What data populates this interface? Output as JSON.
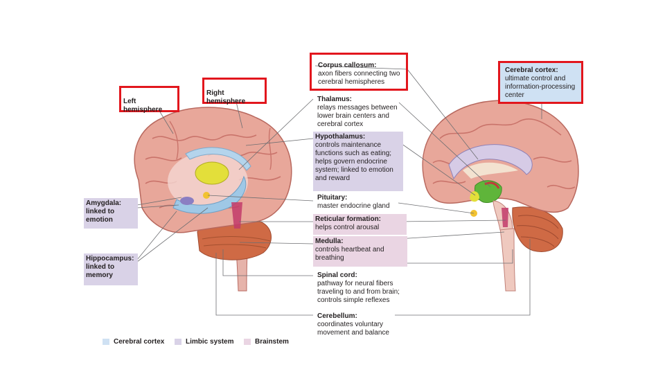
{
  "labels": {
    "left_hemisphere": "Left hemisphere",
    "right_hemisphere": "Right hemisphere",
    "corpus_callosum": {
      "title": "Corpus callosum:",
      "desc": "axon fibers connecting two cerebral hemispheres"
    },
    "cerebral_cortex": {
      "title": "Cerebral cortex:",
      "desc": "ultimate control and information-processing center"
    },
    "thalamus": {
      "title": "Thalamus:",
      "desc": "relays messages between lower brain centers and cerebral cortex"
    },
    "hypothalamus": {
      "title": "Hypothalamus:",
      "desc": "controls maintenance functions such as eating; helps govern endocrine system; linked to emotion and reward"
    },
    "pituitary": {
      "title": "Pituitary:",
      "desc": "master endocrine gland"
    },
    "reticular_formation": {
      "title": "Reticular formation:",
      "desc": "helps control arousal"
    },
    "medulla": {
      "title": "Medulla:",
      "desc": "controls heartbeat and breathing"
    },
    "spinal_cord": {
      "title": "Spinal cord:",
      "desc": "pathway for neural fibers traveling to and from brain; controls simple reflexes"
    },
    "cerebellum": {
      "title": "Cerebellum:",
      "desc": "coordinates voluntary movement and balance"
    },
    "amygdala": {
      "title": "Amygdala:",
      "desc": "linked to emotion"
    },
    "hippocampus": {
      "title": "Hippocampus:",
      "desc": "linked to memory"
    }
  },
  "legend": [
    {
      "label": "Cerebral cortex",
      "color": "#cfe1f3"
    },
    {
      "label": "Limbic system",
      "color": "#d9d2e7"
    },
    {
      "label": "Brainstem",
      "color": "#ead5e3"
    }
  ],
  "colors": {
    "highlight_border": "#e2161d",
    "brain_pink": "#e8a79a",
    "brain_shadow": "#c9736a",
    "hypothalamus_yellow": "#e3df3a",
    "hippocampus_blue": "#9fc8e6",
    "cerebellum_orange": "#cf6a45"
  }
}
